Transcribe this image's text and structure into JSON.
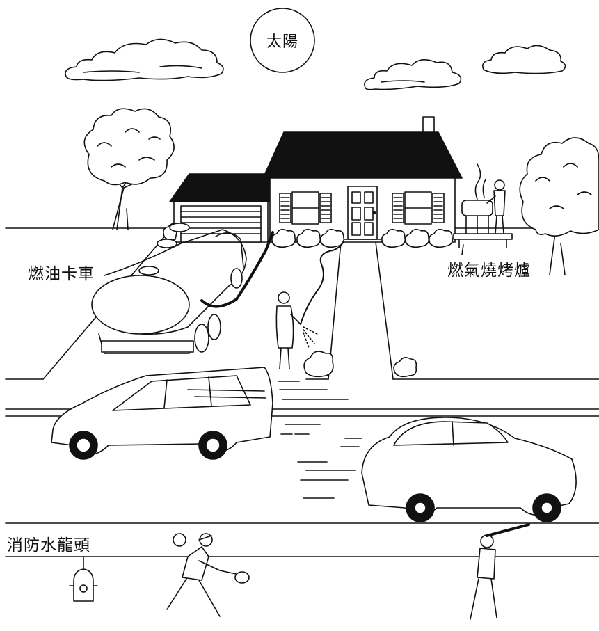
{
  "labels": {
    "sun": "太陽",
    "fuel_truck": "燃油卡車",
    "gas_grill": "燃氣燒烤爐",
    "fire_hydrant": "消防水龍頭"
  },
  "colors": {
    "line": "#111111",
    "fill_dark": "#111111",
    "background": "#ffffff"
  }
}
